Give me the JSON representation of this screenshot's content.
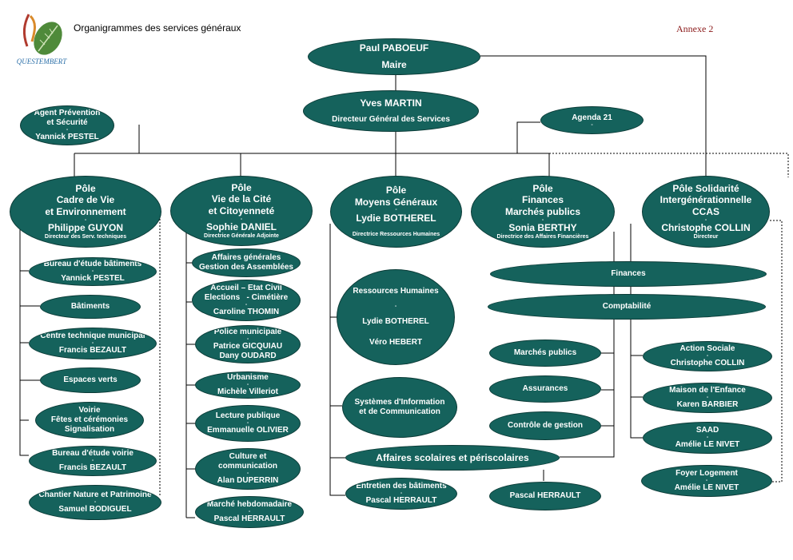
{
  "header": {
    "title": "Organigrammes des services généraux",
    "annexe": "Annexe 2",
    "logo_text": "QUESTEMBERT"
  },
  "colors": {
    "node_fill": "#15625c",
    "node_text": "#ffffff",
    "line": "#000000",
    "annexe_text": "#8b1a1a"
  },
  "top": {
    "maire": {
      "name": "Paul PABOEUF",
      "role": "Maire"
    },
    "dgs": {
      "name": "Yves MARTIN",
      "role": "Directeur Général des Services"
    },
    "agent": {
      "title1": "Agent Prévention",
      "title2": "et Sécurité",
      "name": "Yannick PESTEL"
    },
    "agenda": {
      "title": "Agenda 21"
    }
  },
  "poles": {
    "cadre": {
      "l1": "Pôle",
      "l2": "Cadre de Vie",
      "l3": "et Environnement",
      "name": "Philippe GUYON",
      "role": "Directeur des Serv. techniques"
    },
    "cite": {
      "l1": "Pôle",
      "l2": "Vie de la Cité",
      "l3": "et Citoyenneté",
      "name": "Sophie DANIEL",
      "role": "Directrice Générale Adjointe"
    },
    "moyens": {
      "l1": "Pôle",
      "l2": "Moyens Généraux",
      "name": "Lydie BOTHEREL",
      "role": "Directrice Ressources Humaines"
    },
    "finances": {
      "l1": "Pôle",
      "l2": "Finances",
      "l3": "Marchés publics",
      "name": "Sonia BERTHY",
      "role": "Directrice des Affaires Financières"
    },
    "solidarite": {
      "l1": "Pôle Solidarité",
      "l2": "Intergénérationnelle",
      "l3": "CCAS",
      "name": "Christophe COLLIN",
      "role": "Directeur"
    }
  },
  "cadre_services": {
    "bureau_bat": {
      "title": "Bureau d'étude bâtiments",
      "name": "Yannick PESTEL"
    },
    "batiments": {
      "title": "Bâtiments"
    },
    "ctm": {
      "title": "Centre technique municipal",
      "name": "Francis BEZAULT"
    },
    "espaces": {
      "title": "Espaces verts"
    },
    "voirie": {
      "l1": "Voirie",
      "l2": "Fêtes et cérémonies",
      "l3": "Signalisation"
    },
    "bureau_voirie": {
      "title": "Bureau d'étude voirie",
      "name": "Francis BEZAULT"
    },
    "chantier": {
      "title": "Chantier Nature et Patrimoine",
      "name": "Samuel BODIGUEL"
    }
  },
  "cite_services": {
    "affaires": {
      "l1": "Affaires générales",
      "l2": "Gestion des Assemblées"
    },
    "accueil": {
      "l1": "Accueil – Etat Civil",
      "l2": "Elections   - Cimétière",
      "name": "Caroline THOMIN"
    },
    "police": {
      "title": "Police municipale",
      "name1": "Patrice GICQUIAU",
      "name2": "Dany OUDARD"
    },
    "urbanisme": {
      "title": "Urbanisme",
      "name": "Michèle Villeriot"
    },
    "lecture": {
      "title": "Lecture publique",
      "name": "Emmanuelle OLIVIER"
    },
    "culture": {
      "l1": "Culture et",
      "l2": "communication",
      "name": "Alan DUPERRIN"
    },
    "marche": {
      "title": "Marché hebdomadaire",
      "name": "Pascal HERRAULT"
    }
  },
  "moyens_services": {
    "rh": {
      "title": "Ressources Humaines",
      "name1": "Lydie BOTHEREL",
      "name2": "Véro HEBERT"
    },
    "si": {
      "l1": "Systèmes d'Information",
      "l2": "et de Communication"
    },
    "scolaires": {
      "title": "Affaires scolaires et périscolaires"
    },
    "entretien": {
      "title": "Entretien des bâtiments",
      "name": "Pascal HERRAULT"
    },
    "pascal": {
      "name": "Pascal HERRAULT"
    }
  },
  "finances_services": {
    "finances": {
      "title": "Finances"
    },
    "compta": {
      "title": "Comptabilité"
    },
    "marches": {
      "title": "Marchés publics"
    },
    "assurances": {
      "title": "Assurances"
    },
    "controle": {
      "title": "Contrôle de gestion"
    }
  },
  "solidarite_services": {
    "action": {
      "title": "Action Sociale",
      "name": "Christophe COLLIN"
    },
    "maison": {
      "title": "Maison de l'Enfance",
      "name": "Karen BARBIER"
    },
    "saad": {
      "title": "SAAD",
      "name": "Amélie LE NIVET"
    },
    "foyer": {
      "title": "Foyer Logement",
      "name": "Amélie LE NIVET"
    }
  },
  "separator": "-"
}
